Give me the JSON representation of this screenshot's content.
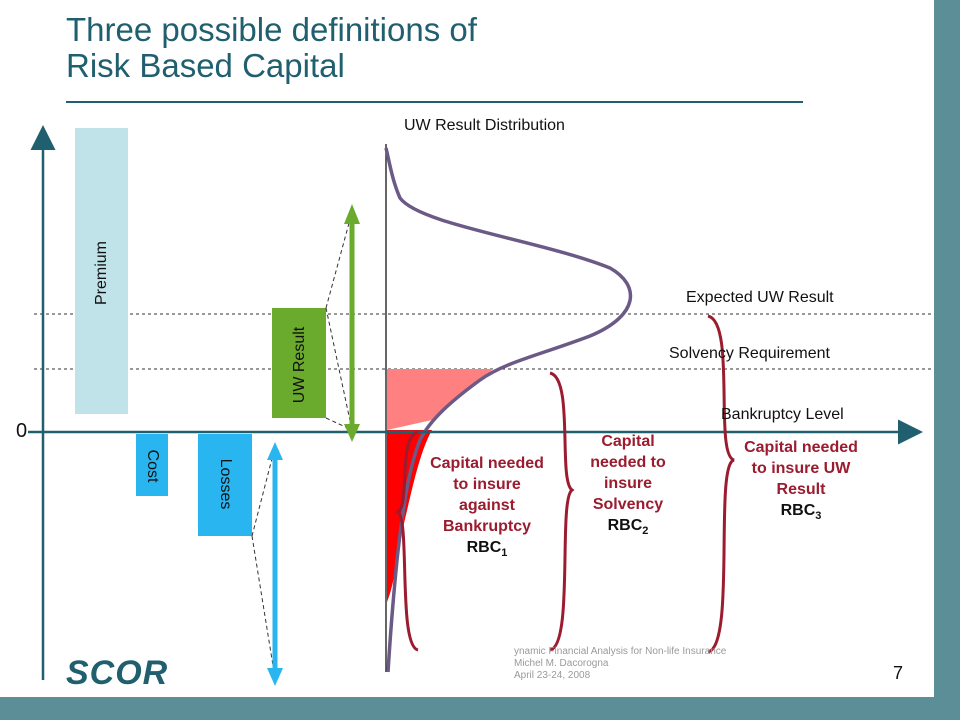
{
  "slide": {
    "title_line1": "Three possible definitions of",
    "title_line2": "Risk Based Capital",
    "page_number": "7",
    "footnote_line1": "ynamic Financial Analysis for Non-life Insurance",
    "footnote_line2": "Michel M. Dacorogna",
    "footnote_line3": "April 23-24, 2008",
    "logo_text": "SCOR"
  },
  "diagram": {
    "distribution_title": "UW Result Distribution",
    "zero_label": "0",
    "levels": {
      "expected": "Expected UW Result",
      "solvency": "Solvency Requirement",
      "bankruptcy": "Bankruptcy Level"
    },
    "bars": {
      "premium": "Premium",
      "uw_result": "UW Result",
      "cost": "Cost",
      "losses": "Losses"
    },
    "capital": [
      {
        "text": "Capital needed to insure against Bankruptcy",
        "rbc": "RBC",
        "sub": "1"
      },
      {
        "text": "Capital needed to insure Solvency",
        "rbc": "RBC",
        "sub": "2"
      },
      {
        "text": "Capital needed to insure UW Result",
        "rbc": "RBC",
        "sub": "3"
      }
    ],
    "colors": {
      "theme": "#1f5f6e",
      "band": "#5b8e96",
      "premium": "#bfe3e8",
      "uw_result": "#6aaa2c",
      "cost_losses": "#29b6f0",
      "bracket": "#9b1b2f",
      "tail_red": "#ff0000",
      "tail_pink": "#ff8080",
      "curve": "#6b5a86"
    }
  }
}
